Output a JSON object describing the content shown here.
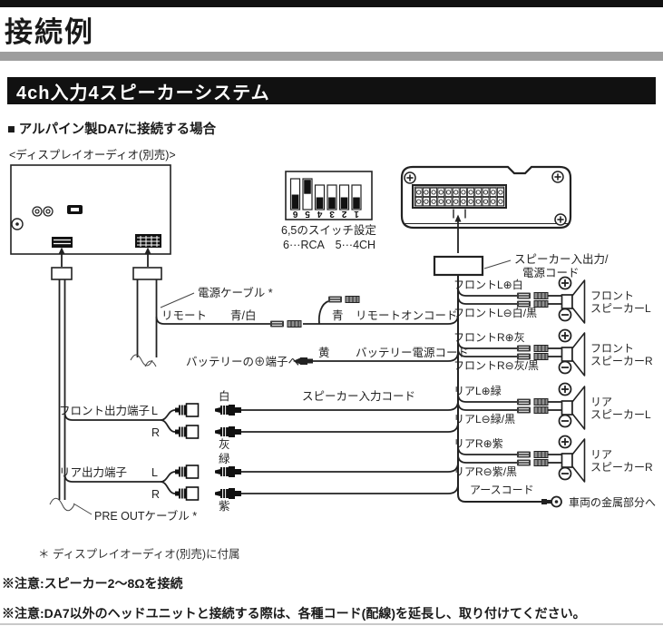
{
  "header": {
    "title": "接続例",
    "section": "4ch入力4スピーカーシステム",
    "subsection": "■ アルパイン製DA7に接続する場合"
  },
  "colors": {
    "top_bar": "#111111",
    "gray_bar": "#9d9d9d",
    "section_bar": "#111111",
    "ink": "#222222"
  },
  "diagram": {
    "display_audio_label": "<ディスプレイオーディオ(別売)>",
    "dip_switch": {
      "numbers": [
        "6",
        "5",
        "4",
        "3",
        "2",
        "1"
      ],
      "caption_line1": "6,5のスイッチ設定",
      "caption_line2": "6···RCA　5···4CH"
    },
    "power_cable_label": "電源ケーブル *",
    "remote_label": "リモート",
    "remote_wire_color": "青/白",
    "remote_on_color": "青",
    "remote_on_label": "リモートオンコード",
    "battery_dest": "バッテリーの⊕端子へ",
    "battery_color": "黄",
    "battery_label": "バッテリー電源コード",
    "speaker_io_label_1": "スピーカー入出力/",
    "speaker_io_label_2": "電源コード",
    "front_out_label": "フロント出力端子",
    "rear_out_label": "リア出力端子",
    "ch_l": "L",
    "ch_r": "R",
    "rca_front_l": "白",
    "rca_front_r": "灰",
    "rca_rear_l": "緑",
    "rca_rear_r": "紫",
    "speaker_input_label": "スピーカー入力コード",
    "pre_out_label": "PRE OUTケーブル *",
    "speaker_wires": [
      {
        "pos": "フロントL⊕白",
        "neg": "フロントL⊖白/黒",
        "sp1": "フロント",
        "sp2": "スピーカーL"
      },
      {
        "pos": "フロントR⊕灰",
        "neg": "フロントR⊖灰/黒",
        "sp1": "フロント",
        "sp2": "スピーカーR"
      },
      {
        "pos": "リアL⊕緑",
        "neg": "リアL⊖緑/黒",
        "sp1": "リア",
        "sp2": "スピーカーL"
      },
      {
        "pos": "リアR⊕紫",
        "neg": "リアR⊖紫/黒",
        "sp1": "リア",
        "sp2": "スピーカーR"
      }
    ],
    "earth_label": "アースコード",
    "earth_dest": "車両の金属部分へ"
  },
  "notes": {
    "attachment": "＊ ディスプレイオーディオ(別売)に付属",
    "caution1": "※注意:スピーカー2～8Ωを接続",
    "caution2": "※注意:DA7以外のヘッドユニットと接続する際は、各種コード(配線)を延長し、取り付けてください。"
  }
}
